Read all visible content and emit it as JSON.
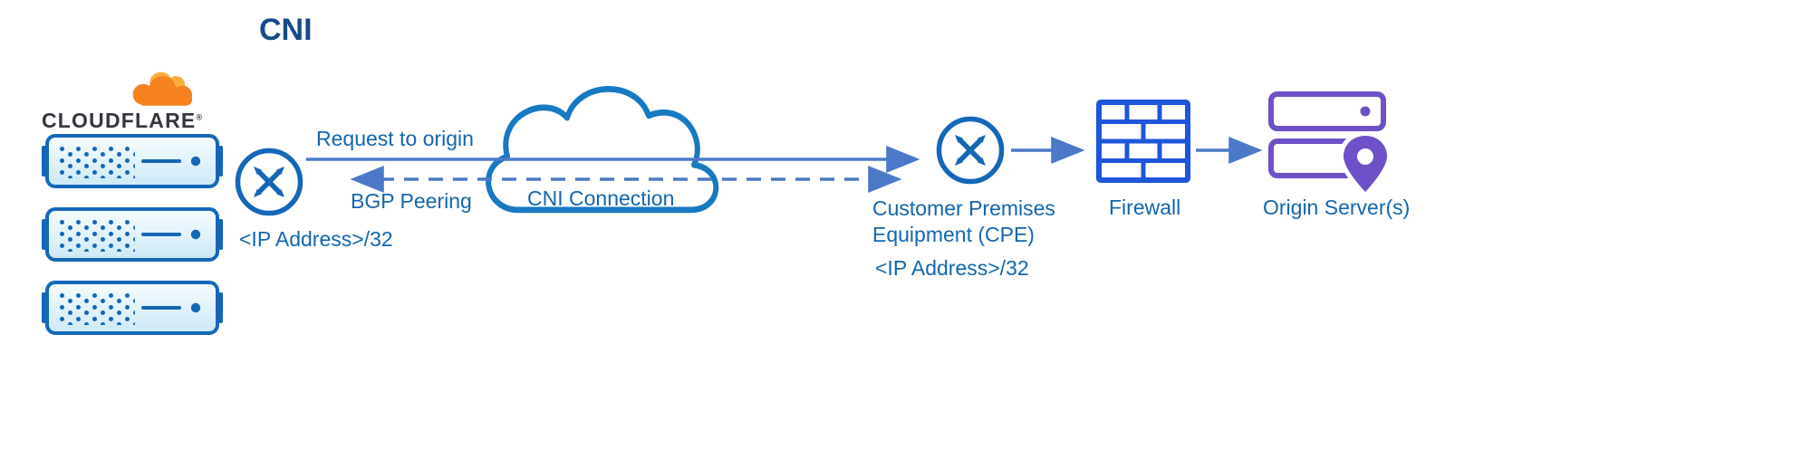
{
  "title": "CNI",
  "colors": {
    "primary_blue": "#1467B8",
    "icon_blue": "#1566B4",
    "label_blue": "#1366AE",
    "title_blue": "#17498A",
    "arrow_blue": "#4B79C7",
    "cloud_outline_blue": "#1779C2",
    "firewall_blue": "#1E55DB",
    "origin_purple": "#6E51C8",
    "cloudflare_orange": "#F6821F",
    "cloudflare_orange_light": "#FBAD41"
  },
  "cloudflare": {
    "wordmark": "CLOUDFLARE",
    "registered": "®"
  },
  "nodes": {
    "cloudflare_router_ip": "<IP Address>/32",
    "cni_connection": "CNI Connection",
    "cpe_line1": "Customer Premises",
    "cpe_line2": "Equipment (CPE)",
    "cpe_ip": "<IP Address>/32",
    "firewall": "Firewall",
    "origin": "Origin Server(s)"
  },
  "flows": {
    "request_to_origin": "Request to origin",
    "bgp_peering": "BGP Peering"
  }
}
